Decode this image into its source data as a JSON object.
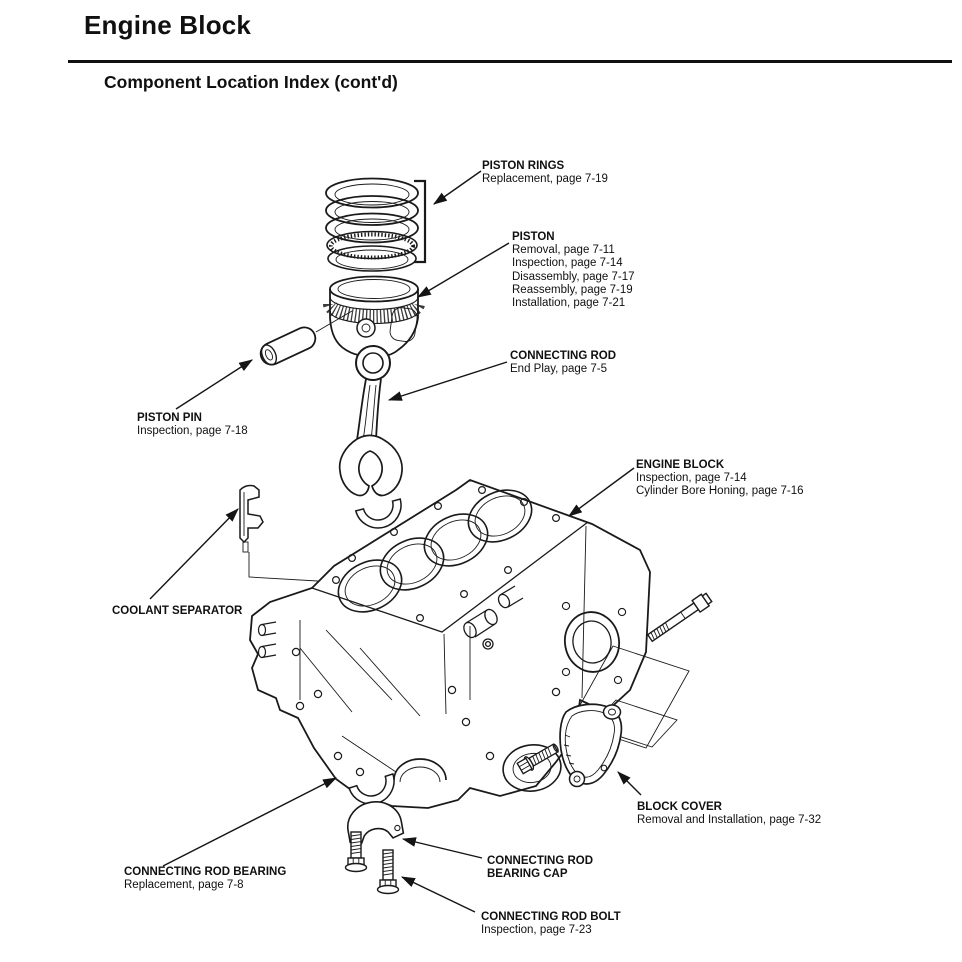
{
  "page": {
    "title": "Engine Block",
    "subtitle": "Component Location Index (cont'd)"
  },
  "ink_color": "#101010",
  "callouts": {
    "piston_rings": {
      "title": "PISTON RINGS",
      "line1": "Replacement, page 7-19"
    },
    "piston": {
      "title": "PISTON",
      "line1": "Removal, page 7-11",
      "line2": "Inspection, page 7-14",
      "line3": "Disassembly, page 7-17",
      "line4": "Reassembly, page 7-19",
      "line5": "Installation, page 7-21"
    },
    "connecting_rod": {
      "title": "CONNECTING ROD",
      "line1": "End Play, page 7-5"
    },
    "piston_pin": {
      "title": "PISTON PIN",
      "line1": "Inspection, page 7-18"
    },
    "engine_block": {
      "title": "ENGINE BLOCK",
      "line1": "Inspection, page 7-14",
      "line2": "Cylinder Bore Honing, page 7-16"
    },
    "coolant_separator": {
      "title": "COOLANT SEPARATOR"
    },
    "block_cover": {
      "title": "BLOCK COVER",
      "line1": "Removal and Installation, page 7-32"
    },
    "connecting_rod_bearing": {
      "title": "CONNECTING ROD BEARING",
      "line1": "Replacement, page 7-8"
    },
    "connecting_rod_bearing_cap": {
      "title1": "CONNECTING ROD",
      "title2": "BEARING CAP"
    },
    "connecting_rod_bolt": {
      "title": "CONNECTING ROD BOLT",
      "line1": "Inspection, page 7-23"
    }
  }
}
